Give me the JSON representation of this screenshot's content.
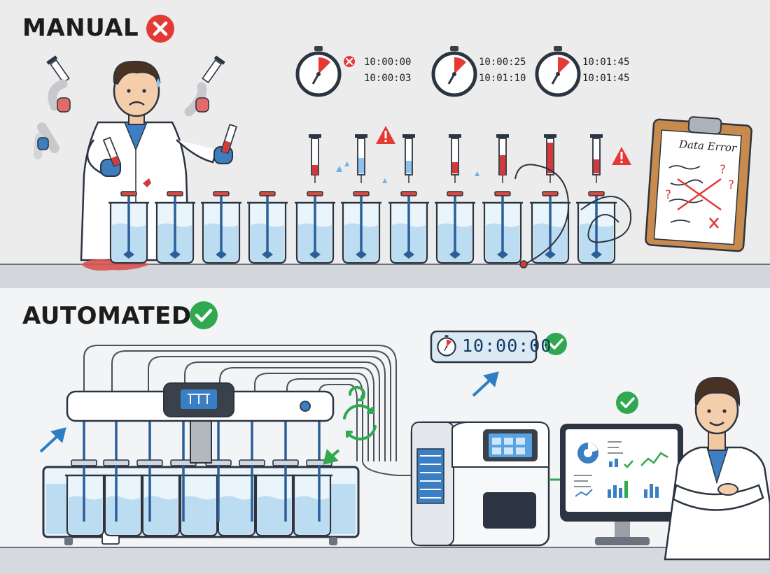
{
  "manual": {
    "title": "MANUAL",
    "status": "fail",
    "timers": [
      {
        "time_a": "10:00:00",
        "time_b": "10:00:03",
        "flag": "error"
      },
      {
        "time_a": "10:00:25",
        "time_b": "10:01:10"
      },
      {
        "time_a": "10:01:45",
        "time_b": "10:01:45"
      }
    ],
    "clipboard_title": "Data Error"
  },
  "automated": {
    "title": "AUTOMATED",
    "status": "success",
    "timer": "10:00:00"
  },
  "colors": {
    "fail": "#e53935",
    "success": "#2fa84f",
    "outline": "#2b3440",
    "water": "#bcdcf2",
    "glass": "#eaf4fb",
    "sample_red": "#d43838",
    "accent_blue": "#2d7fc2",
    "top_bg": "#ececec",
    "bottom_bg": "#f2f4f6"
  },
  "icons": {
    "manual_badge": "x-circle-icon",
    "automated_badge": "check-circle-icon",
    "stopwatch": "stopwatch-icon",
    "warning": "warning-triangle-icon",
    "cycle": "recycle-arrows-icon"
  }
}
